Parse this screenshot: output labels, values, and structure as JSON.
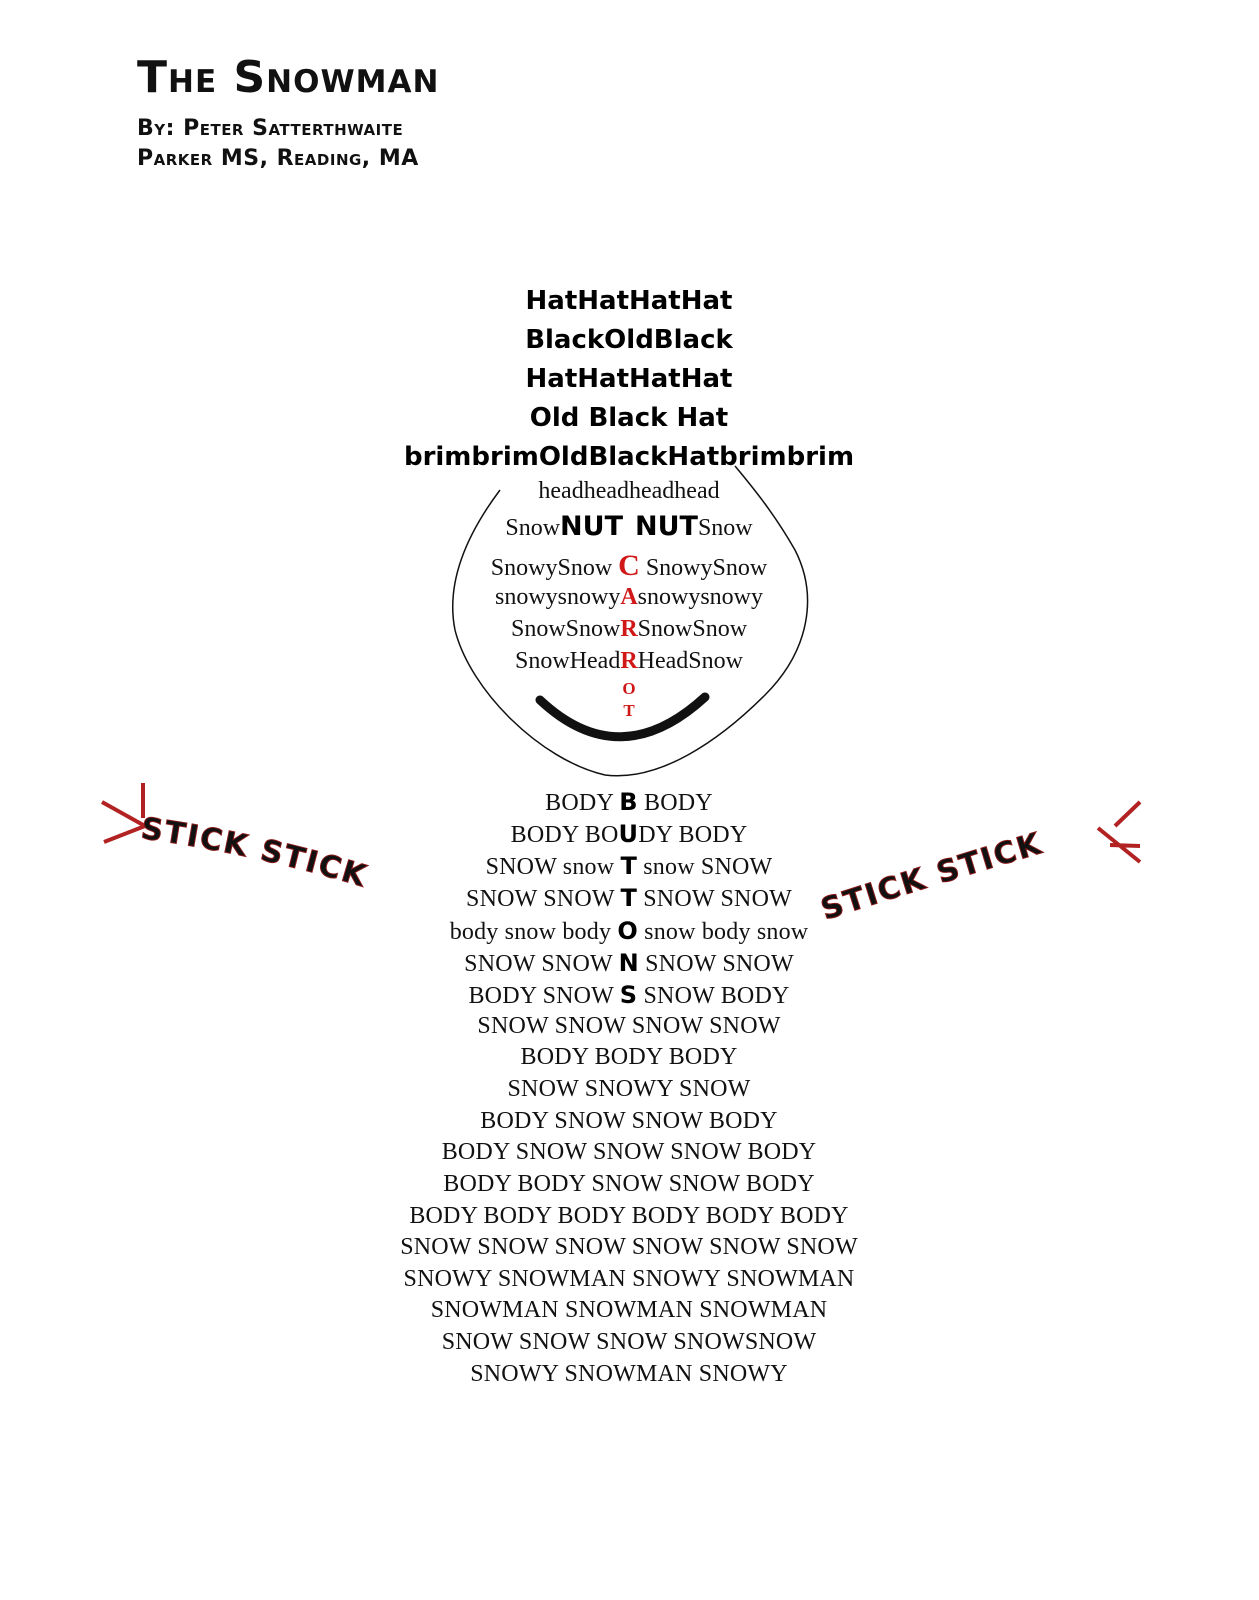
{
  "header": {
    "title": "The Snowman",
    "author": "By: Peter Satterthwaite",
    "school": "Parker MS, Reading, MA"
  },
  "hat": {
    "lines": [
      "HatHatHatHat",
      "BlackOldBlack",
      "HatHatHatHat",
      "Old Black Hat",
      "brimbrimOldBlackHatbrimbrim"
    ]
  },
  "head": {
    "line1": "headheadheadhead",
    "line2": {
      "a": "Snow",
      "b": "NUT",
      "c": "NUT",
      "d": "Snow"
    },
    "line3": {
      "a": "SnowySnow ",
      "b": "C",
      "c": " SnowySnow"
    },
    "line4": {
      "a": "snowysnowy",
      "b": "A",
      "c": "snowysnowy"
    },
    "line5": {
      "a": "SnowSnow",
      "b": "R",
      "c": "SnowSnow"
    },
    "line6": {
      "a": "SnowHead",
      "b": "R",
      "c": "HeadSnow"
    },
    "carrot_tip_1": "O",
    "carrot_tip_2": "T",
    "outline_color": "#111111",
    "carrot_color": "#d01818"
  },
  "arms": {
    "left_text": "STICK STICK",
    "right_text": "STICK STICK",
    "stroke_color": "#b22222"
  },
  "body": {
    "buttons_lines": [
      {
        "a": "BODY ",
        "b": "B",
        "c": " BODY"
      },
      {
        "a": "BODY BO",
        "b": "U",
        "c": "DY BODY"
      },
      {
        "a": "SNOW snow ",
        "b": "T",
        "c": " snow SNOW"
      },
      {
        "a": "SNOW SNOW ",
        "b": "T",
        "c": " SNOW SNOW"
      },
      {
        "a": "body snow body ",
        "b": "O",
        "c": " snow body snow"
      },
      {
        "a": "SNOW SNOW ",
        "b": "N",
        "c": " SNOW SNOW"
      },
      {
        "a": "BODY SNOW ",
        "b": "S",
        "c": " SNOW BODY"
      }
    ],
    "lines": [
      "SNOW SNOW SNOW SNOW",
      "BODY BODY BODY",
      "SNOW SNOWY SNOW",
      "BODY SNOW SNOW BODY",
      "BODY SNOW SNOW SNOW BODY",
      "BODY BODY SNOW SNOW BODY",
      "BODY BODY BODY BODY BODY BODY",
      "SNOW SNOW SNOW SNOW SNOW SNOW",
      "SNOWY SNOWMAN SNOWY SNOWMAN",
      "SNOWMAN SNOWMAN SNOWMAN",
      "SNOW SNOW SNOW SNOWSNOW",
      "SNOWY SNOWMAN SNOWY"
    ]
  }
}
